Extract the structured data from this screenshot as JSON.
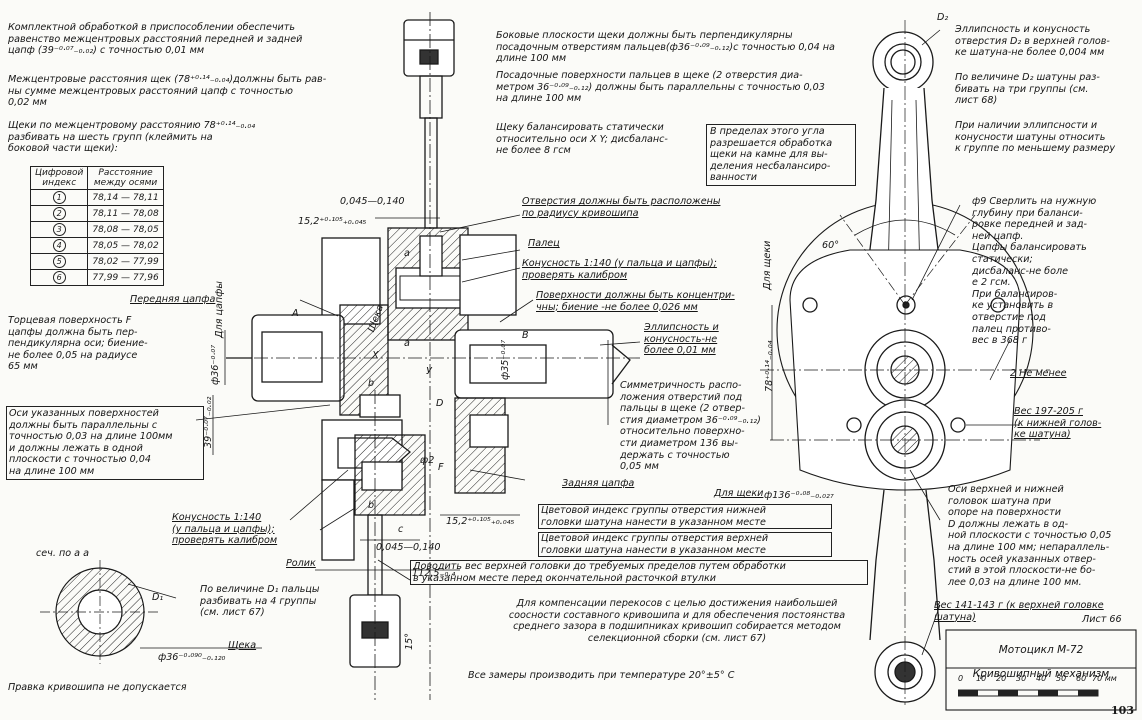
{
  "top_left": {
    "p1": "Комплектной обработкой в приспособлении обеспечить\nравенство межцентровых расстояний передней и задней\nцапф (39⁻⁰·⁰⁷₋₀.₀₂) с точностью 0,01 мм",
    "p2": "Межцентровые расстояния щек (78⁺⁰·¹⁴₋₀.₀₄)должны быть рав-\nны сумме межцентровых расстояний цапф с точностью\n0,02 мм",
    "p3": "Щеки по межцентровому расстоянию 78⁺⁰·¹⁴₋₀.₀₄\nразбивать на шесть групп (клеймить на\nбоковой части щеки):"
  },
  "group_table": {
    "header_index": "Цифровой\nиндекс",
    "header_distance": "Расстояние\nмежду осями",
    "rows": [
      {
        "index": "1",
        "range": "78,14 — 78,11"
      },
      {
        "index": "2",
        "range": "78,11 — 78,08"
      },
      {
        "index": "3",
        "range": "78,08 — 78,05"
      },
      {
        "index": "4",
        "range": "78,05 — 78,02"
      },
      {
        "index": "5",
        "range": "78,02 — 77,99"
      },
      {
        "index": "6",
        "range": "77,99 — 77,96"
      }
    ]
  },
  "left_notes": {
    "front_journal": "Передняя цапфа",
    "face_surface": "Торцевая поверхность F\nцапфы должна быть пер-\nпендикулярна оси; биение-\nне более 0,05 на радиусе\n65 мм",
    "axes_note": "Оси указанных поверхностей\nдолжны быть параллельны с\nточностью 0,03 на длине 100мм\nи должны лежать в одной\nплоскости с точностью 0,04\nна длине 100 мм",
    "conicity": "Конусность 1:140\n(у пальца и цапфы);\nпроверять калибром",
    "roller": "Ролик",
    "section": "сеч. по а а",
    "d1_note": "По величине D₁ пальцы\nразбивать на 4 группы\n(см. лист 67)",
    "cheek": "Щека",
    "dim_phi36": "ф36⁻⁰·⁰⁹⁰₋₀.₁₂₀",
    "crank_straighten": "Правка кривошипа не допускается",
    "for_journal": "Для цапфы",
    "d1": "D₁"
  },
  "center_notes": {
    "side_planes": "Боковые плоскости щеки должны быть перпендикулярны\nпосадочным отверстиям пальцев(ф36⁻⁰·⁰⁹₋₀.₁₂)с точностью 0,04 на\nдлине 100 мм",
    "pin_surfaces": "Посадочные поверхности пальцев в щеке (2 отверстия диа-\nметром 36⁻⁰·⁰⁹₋₀.₁₂) должны быть параллельны с точностью 0,03\nна длине 100 мм",
    "balance": "Щеку балансировать статически\nотносительно оси X Y; дисбаланс-\nне более 8 гсм",
    "angle_note": "В пределах этого угла\nразрешается обработка\nщеки на камне для вы-\nделения несбалансиро-\nванности",
    "holes_radius": "Отверстия должны быть расположены\nпо радиусу кривошипа",
    "pin": "Палец",
    "pin_conicity": "Конусность 1:140 (у пальца и цапфы);\nпроверять калибром",
    "concentric": "Поверхности должны быть концентри-\nчны; биение -не более 0,026 мм",
    "ellipticity": "Эллипсность и\nконусность-не\nболее 0,01 мм",
    "symmetry": "Симметричность распо-\nложения отверстий под\nпальцы в щеке (2 отвер-\nстия диаметром 36⁻⁰·⁰⁹₋₀.₁₂)\nотносительно поверхно-\nсти диаметром 136 вы-\nдержать с точностью\n0,05 мм",
    "rear_journal": "Задняя цапфа",
    "for_cheek": "Для щеки",
    "dim_136": "ф136⁻⁰·⁰⁸₋₀.₀₂₇",
    "color_lower": "Цветовой индекс группы отверстия нижней\nголовки шатуна нанести в указанном месте",
    "color_upper": "Цветовой индекс группы отверстия верхней\nголовки шатуна нанести в указанном месте",
    "adjust_weight": "Доводить вес верхней головки до требуемых пределов путем обработки\nв указанном месте перед окончательной расточкой втулки",
    "compensation": "Для компенсации перекосов с целью достижения наибольшей\nсоосности составного кривошипа и для обеспечения постоянства\nсреднего зазора в подшипниках кривошип собирается методом\nселекционной сборки (см. лист 67)",
    "measurements": "Все замеры производить при температуре  20°±5° С",
    "dim_0045_top": "0,045—0,140",
    "dim_152_top": "15,2⁺⁰·¹⁰⁵₊₀.₀₄₅",
    "dim_0045_bot": "0,045—0,140",
    "dim_152_bot": "15,2⁺⁰·¹⁰⁵₊₀.₀₄₅",
    "dim_1125": "112,5₋₀.₄",
    "dim_phi35": "ф35⁻⁰·⁰⁷",
    "dim_phi2": "ф2",
    "dim_39": "39⁻⁰·⁰⁷₋₀.₀₂",
    "dim_phi36v": "ф36⁻⁰·⁰⁷",
    "dim_15": "15°",
    "lbl_a": "а",
    "lbl_a2": "а",
    "lbl_b": "b",
    "lbl_b2": "b",
    "lbl_c": "с",
    "lbl_x": "X",
    "lbl_y": "У",
    "lbl_d": "D",
    "lbl_f": "F",
    "lbl_A": "А",
    "lbl_B": "В",
    "cheek_v": "Щека",
    "for_journal_v": "Для цапфы"
  },
  "right_notes": {
    "d2_ellipse": "Эллипсность и конусность\nотверстия D₂ в верхней голов-\nке шатуна-не более 0,004 мм",
    "d2_groups": "По величине D₂ шатуны раз-\nбивать на три группы (см.\nлист 68)",
    "ellipse_sort": "При наличии эллипсности и\nконусности шатуны относить\nк группе по меньшему размеру",
    "drill_note": "ф9 Сверлить на нужную\nглубину при баланси-\nровке передней и зад-\nней цапф.\nЦапфы балансировать\nстатически;\nдисбаланс-не боле\nе 2 гсм.\nПри балансиров-\nке установить в\nотверстие под\nпалец противо-\nвес в 368 г",
    "not_less": "2 Не менее",
    "weight_lower": "Вес 197-205 г\n(к нижней голов-\nке шатуна)",
    "axes_rod": "Оси верхней и нижней\nголовок шатуна при\nопоре на поверхности\nD должны лежать в од-\nной плоскости с точностью 0,05\nна длине 100 мм; непараллель-\nность осей указанных отвер-\nстий в этой плоскости-не бо-\nлее 0,03 на длине 100 мм.",
    "weight_upper": "Вес 141-143 г (к верхней головке\nшатуна)",
    "sheet": "Лист 66",
    "d2": "D₂",
    "for_cheek_v": "Для щеки",
    "dim_78": "78⁺⁰·¹⁴₋₀.₀₄",
    "angle_60": "60°"
  },
  "title_block": {
    "title1": "Мотоцикл М-72",
    "title2": "Кривошипный механизм",
    "scale_labels": [
      "0",
      "10",
      "20",
      "30",
      "40",
      "50",
      "60",
      "70 мм"
    ]
  },
  "page_number": "103"
}
